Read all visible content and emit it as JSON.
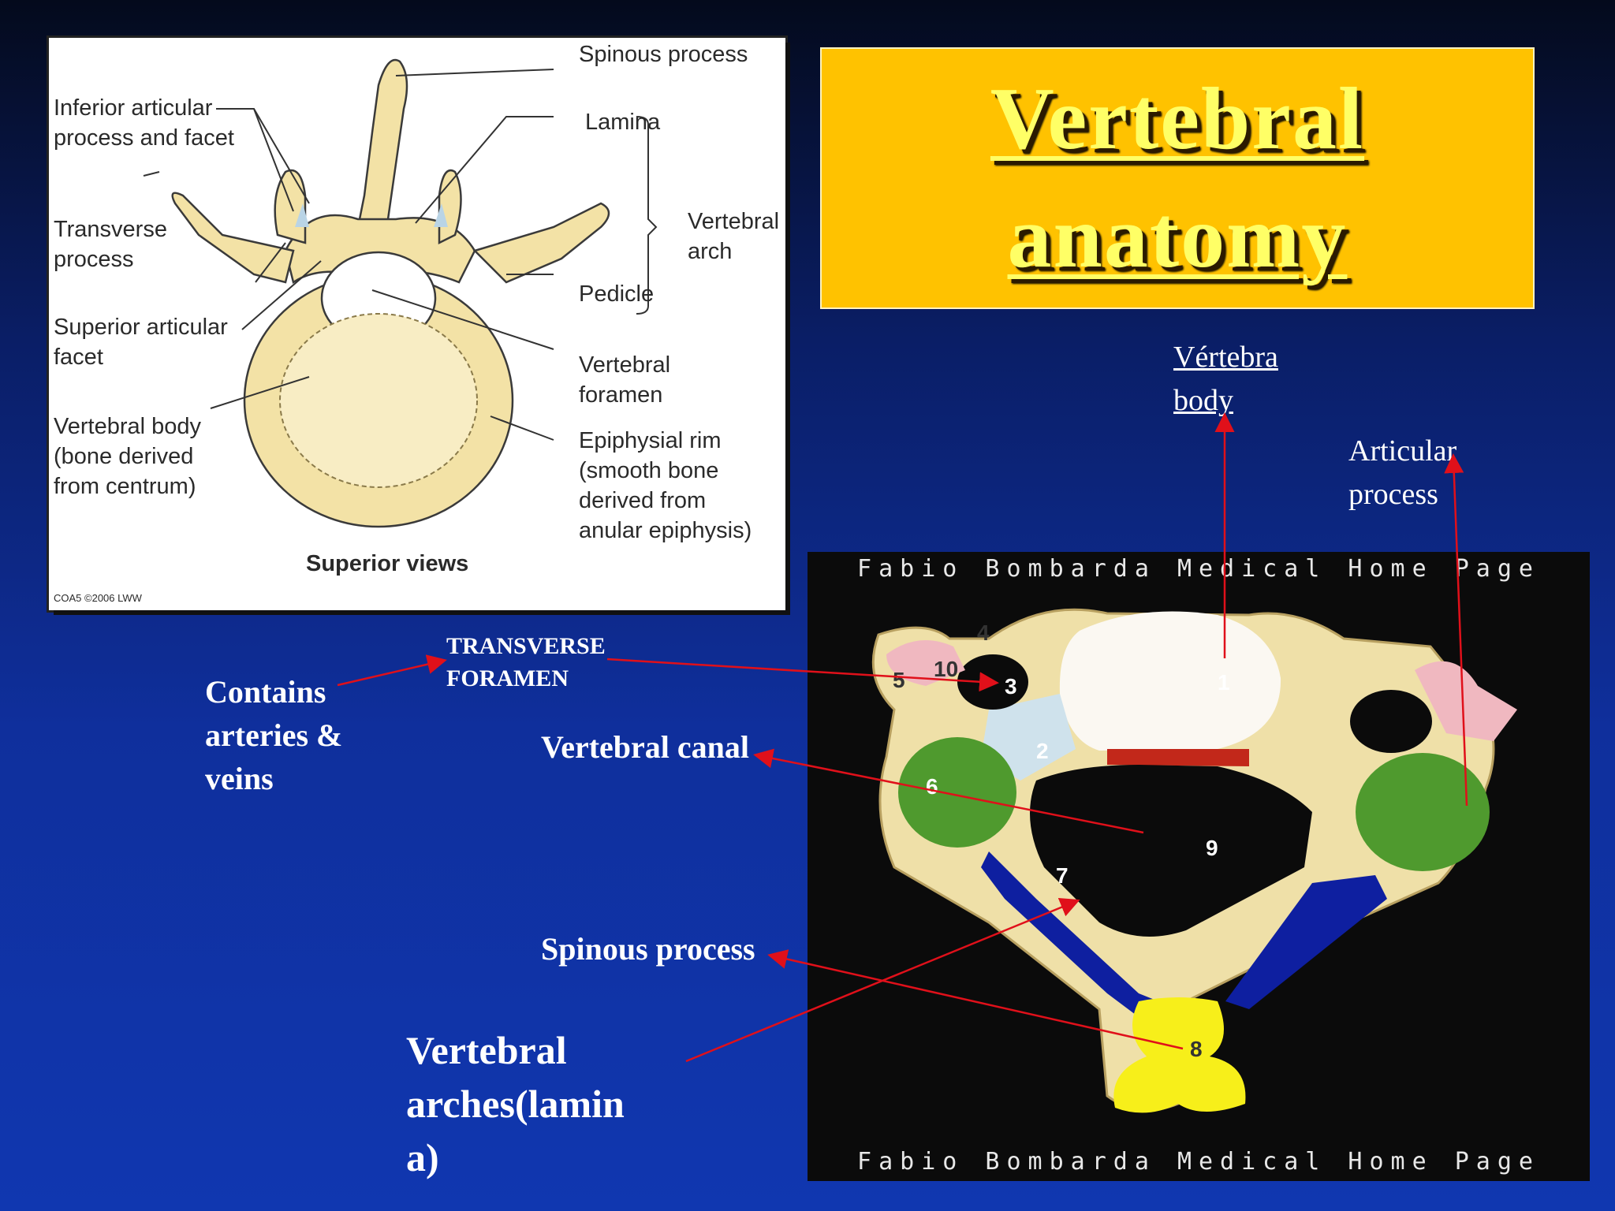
{
  "title": {
    "line1": "Vertebral",
    "line2": "anatomy"
  },
  "reference": {
    "labels": {
      "spinous_process": "Spinous process",
      "inferior_articular": "Inferior articular\nprocess and facet",
      "lamina": "Lamina",
      "vertebral_arch": "Vertebral\narch",
      "transverse_process": "Transverse\nprocess",
      "pedicle": "Pedicle",
      "superior_articular": "Superior articular\nfacet",
      "vertebral_foramen": "Vertebral\nforamen",
      "vertebral_body": "Vertebral body\n(bone derived\nfrom centrum)",
      "epiphysial_rim": "Epiphysial rim\n(smooth bone\nderived from\nanular epiphysis)"
    },
    "caption": "Superior views",
    "copyright": "COA5 ©2006 LWW"
  },
  "photo": {
    "watermark": "Fabio Bombarda Medical Home Page",
    "numbers": [
      "1",
      "2",
      "3",
      "4",
      "5",
      "6",
      "7",
      "8",
      "9",
      "10"
    ]
  },
  "annotations": {
    "vertebra_body": "Vértebra\nbody",
    "articular_process": "Articular\nprocess",
    "transverse_foramen": "TRANSVERSE\nFORAMEN",
    "contains": "Contains\narteries &\nveins",
    "vertebral_canal": "Vertebral canal",
    "spinous_process": "Spinous process",
    "vertebral_arches": "Vertebral\narches(lamin\na)"
  },
  "colors": {
    "title_bg": "#ffc200",
    "title_text": "#ffff66",
    "arrow": "#e0101a",
    "bone": "#f5e6b0",
    "green": "#4f9a2e",
    "blue": "#0e1fa0",
    "yellow": "#f7ef1a"
  }
}
